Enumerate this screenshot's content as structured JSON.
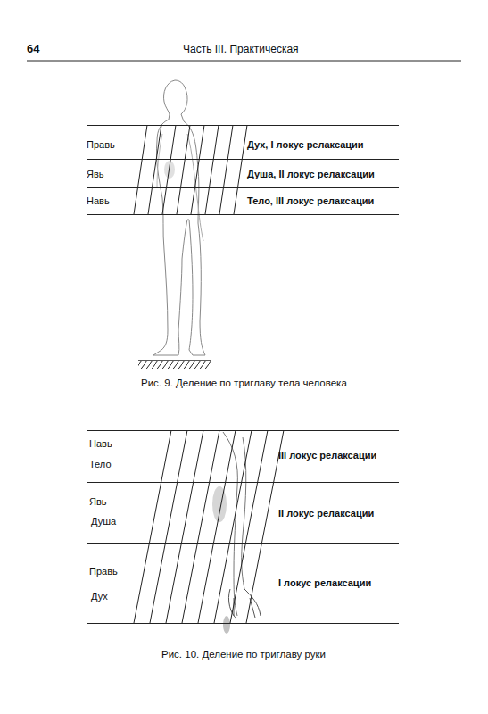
{
  "diagram": {
    "nodes": [
      {
        "text": [
          "Правь",
          "Дух, I локус релаксации"
        ]
      },
      {
        "text": [
          "Явь",
          "Душа, II локус релаксации"
        ]
      },
      {
        "text": [
          "Навь",
          "Тело, III локус релаксации"
        ]
      },
      {
        "text": [
          "Навь",
          "Тело",
          "III локус релаксации"
        ]
      },
      {
        "text": [
          "Явь",
          "Душа",
          "II локус релаксации"
        ]
      },
      {
        "text": [
          "Правь",
          "Дух",
          "I локус релаксации"
        ]
      }
    ],
    "labels": [
      "64",
      "Часть III. Практическая",
      "Рис. 9. Деление по триглаву тела человека",
      "Рис. 10. Деление по триглаву руки"
    ]
  }
}
